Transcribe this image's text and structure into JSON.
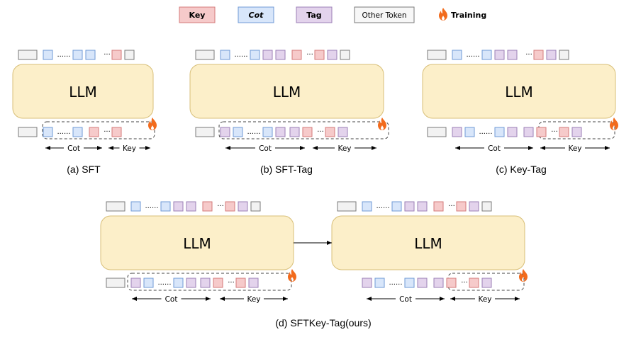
{
  "legend": {
    "key_label": "Key",
    "cot_label": "Cot",
    "tag_label": "Tag",
    "other_label": "Other Token",
    "training_label": "Training"
  },
  "colors": {
    "key_fill": "#f6caca",
    "key_stroke": "#d47a7a",
    "cot_fill": "#d8e6fa",
    "cot_stroke": "#6f9ad6",
    "tag_fill": "#e3d3ec",
    "tag_stroke": "#9b7fb6",
    "other_fill": "#f2f2f2",
    "other_stroke": "#7a7a7a",
    "llm_fill": "#fcefc9",
    "llm_stroke": "#d8bf78",
    "fire": "#f26b1d"
  },
  "panels": {
    "a": {
      "llm_label": "LLM",
      "caption": "(a) SFT",
      "cot_brace_label": "Cot",
      "key_brace_label": "Key"
    },
    "b": {
      "llm_label": "LLM",
      "caption": "(b) SFT-Tag",
      "cot_brace_label": "Cot",
      "key_brace_label": "Key"
    },
    "c": {
      "llm_label": "LLM",
      "caption": "(c) Key-Tag",
      "cot_brace_label": "Cot",
      "key_brace_label": "Key"
    },
    "d1": {
      "llm_label": "LLM",
      "cot_brace_label": "Cot",
      "key_brace_label": "Key"
    },
    "d2": {
      "llm_label": "LLM",
      "cot_brace_label": "Cot",
      "key_brace_label": "Key"
    }
  },
  "caption_d": "(d) SFTKey-Tag(ours)",
  "ellipsis_long": "......",
  "ellipsis_short": "···"
}
